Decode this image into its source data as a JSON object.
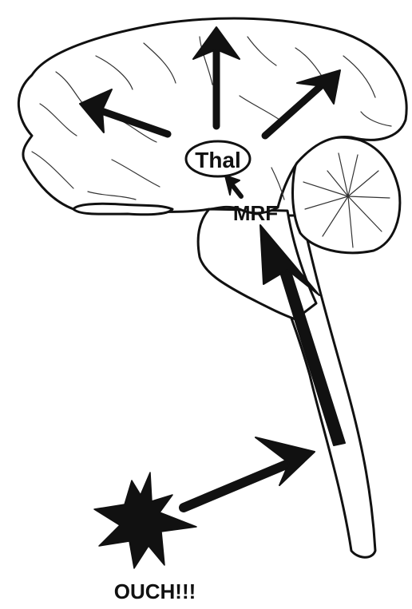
{
  "labels": {
    "thalamus": "Thal",
    "reticular_formation": "MRF",
    "pain_exclamation": "OUCH!!!"
  },
  "colors": {
    "ink": "#111111",
    "background": "#ffffff"
  }
}
